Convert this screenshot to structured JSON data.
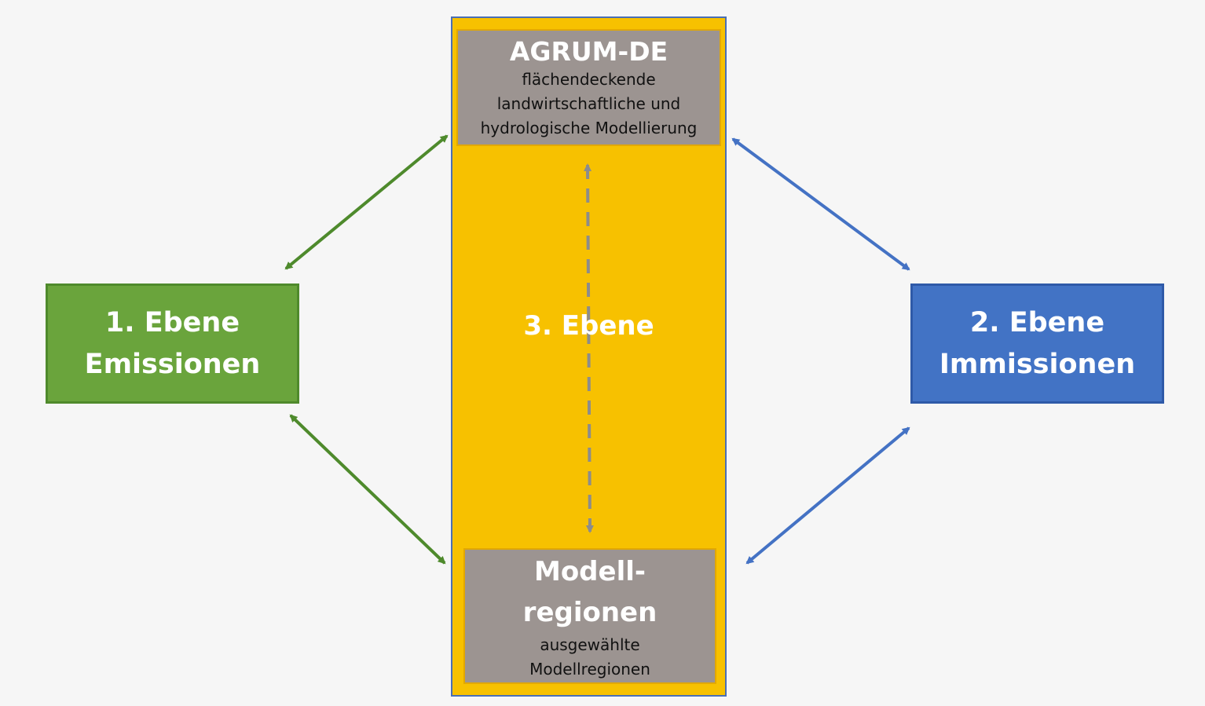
{
  "agrum": {
    "title": "AGRUM-DE",
    "description": [
      "flächendeckende",
      "landwirtschaftliche und",
      "hydrologische Modellierung"
    ]
  },
  "level3": {
    "label": "3. Ebene"
  },
  "model_regions": {
    "title": [
      "Modell-",
      "regionen"
    ],
    "description": [
      "ausgewählte",
      "Modellregionen"
    ]
  },
  "level1": {
    "title": [
      "1. Ebene",
      "Emissionen"
    ]
  },
  "level2": {
    "title": [
      "2. Ebene",
      "Immissionen"
    ]
  },
  "colors": {
    "background": "#f6f6f6",
    "level3_fill": "#f7c100",
    "level3_border": "#4a6fb5",
    "gray_box": "#9c9491",
    "level1_green": "#6aa43c",
    "level2_blue": "#4273c5",
    "arrow_green": "#4e8a2c",
    "arrow_blue": "#4472c4",
    "dashed_arrow": "#8c8c8c"
  }
}
